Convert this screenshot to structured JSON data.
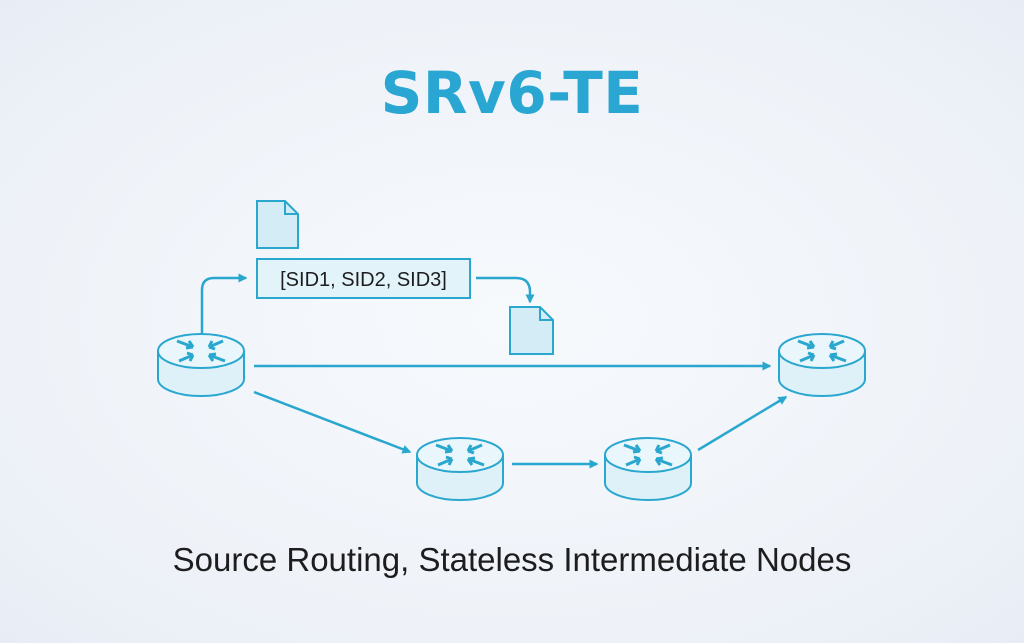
{
  "title": "SRv6-TE",
  "sid_list_label": "[SID1, SID2, SID3]",
  "caption": "Source Routing, Stateless Intermediate Nodes",
  "colors": {
    "accent": "#29a7cf",
    "title": "#2aa6d2",
    "node_fill": "#dff1f8",
    "node_top": "#e9f6fb",
    "packet_fill": "#d3ecf6",
    "label_fill": "#e2f3f9",
    "text": "#1d1d1f"
  },
  "icons": {
    "router": "router-icon",
    "packet": "document-icon",
    "arrow": "arrow-icon"
  }
}
